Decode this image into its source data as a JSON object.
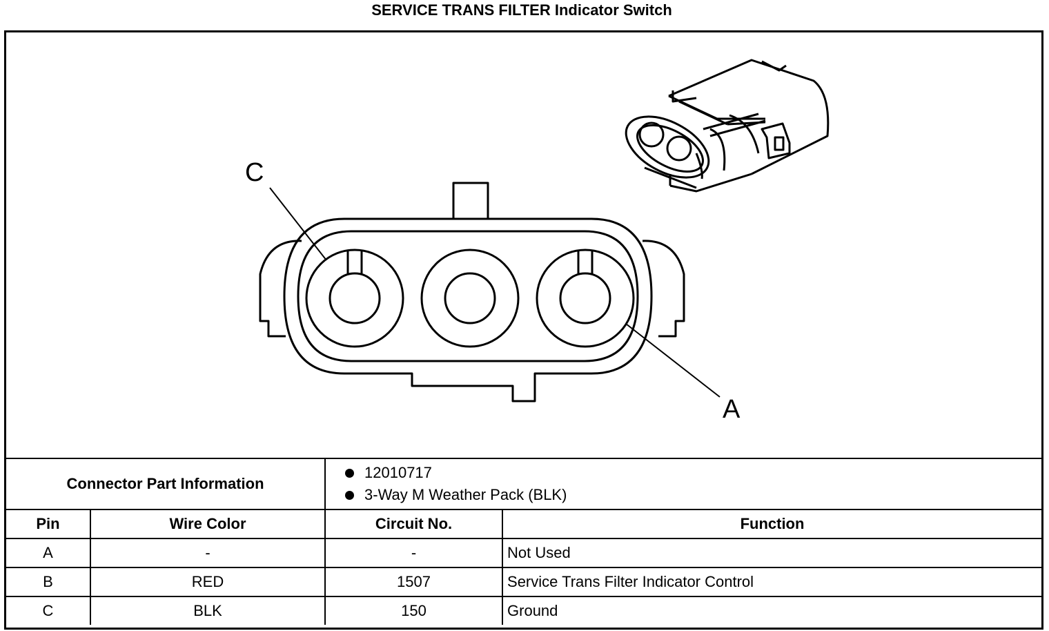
{
  "title": "SERVICE TRANS FILTER Indicator Switch",
  "diagram": {
    "callouts": [
      "C",
      "A"
    ]
  },
  "connector_info": {
    "label": "Connector Part Information",
    "items": [
      "12010717",
      "3-Way M Weather Pack (BLK)"
    ]
  },
  "table": {
    "headers": [
      "Pin",
      "Wire Color",
      "Circuit No.",
      "Function"
    ],
    "rows": [
      {
        "pin": "A",
        "color": "-",
        "circuit": "-",
        "function": "Not Used"
      },
      {
        "pin": "B",
        "color": "RED",
        "circuit": "1507",
        "function": "Service Trans Filter Indicator Control"
      },
      {
        "pin": "C",
        "color": "BLK",
        "circuit": "150",
        "function": "Ground"
      }
    ]
  }
}
